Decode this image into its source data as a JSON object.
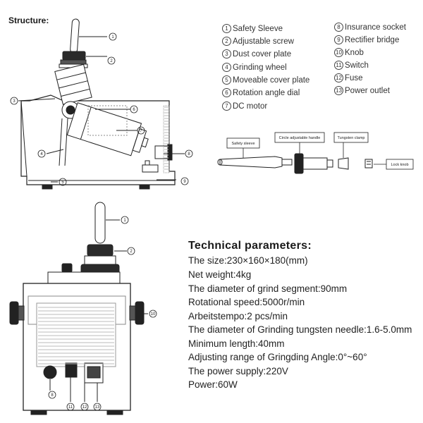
{
  "heading": "Structure:",
  "legend_left": [
    {
      "num": "1",
      "label": "Safety Sleeve"
    },
    {
      "num": "2",
      "label": "Adjustable screw"
    },
    {
      "num": "3",
      "label": "Dust cover plate"
    },
    {
      "num": "4",
      "label": "Grinding wheel"
    },
    {
      "num": "5",
      "label": "Moveable cover plate"
    },
    {
      "num": "6",
      "label": "Rotation angle dial"
    },
    {
      "num": "7",
      "label": "DC motor"
    }
  ],
  "legend_right": [
    {
      "num": "8",
      "label": "Insurance socket"
    },
    {
      "num": "9",
      "label": "Rectifier bridge"
    },
    {
      "num": "10",
      "label": "Knob"
    },
    {
      "num": "11",
      "label": "Switch"
    },
    {
      "num": "12",
      "label": "Fuse"
    },
    {
      "num": "13",
      "label": "Power outlet"
    }
  ],
  "parts_labels": {
    "safety_sleeve": "Safety sleeve",
    "circle_handle": "Circle adjustable handle",
    "tungsten_clamp": "Tungsten clamp",
    "lock_knob": "Lock knob"
  },
  "callouts_top": [
    "1",
    "2",
    "3",
    "4",
    "5",
    "6",
    "7",
    "8",
    "9"
  ],
  "callouts_bottom": [
    "1",
    "2",
    "8",
    "10",
    "11",
    "12",
    "13"
  ],
  "tech_title": "Technical  parameters:",
  "params": [
    "The size:230×160×180(mm)",
    "Net weight:4kg",
    "The diameter of grind segment:90mm",
    "Rotational speed:5000r/min",
    "Arbeitstempo:2 pcs/min",
    "The diameter of Grinding tungsten needle:1.6-5.0mm",
    "Minimum length:40mm",
    "Adjusting range of Gringding Angle:0°~60°",
    "The power supply:220V",
    "Power:60W"
  ]
}
